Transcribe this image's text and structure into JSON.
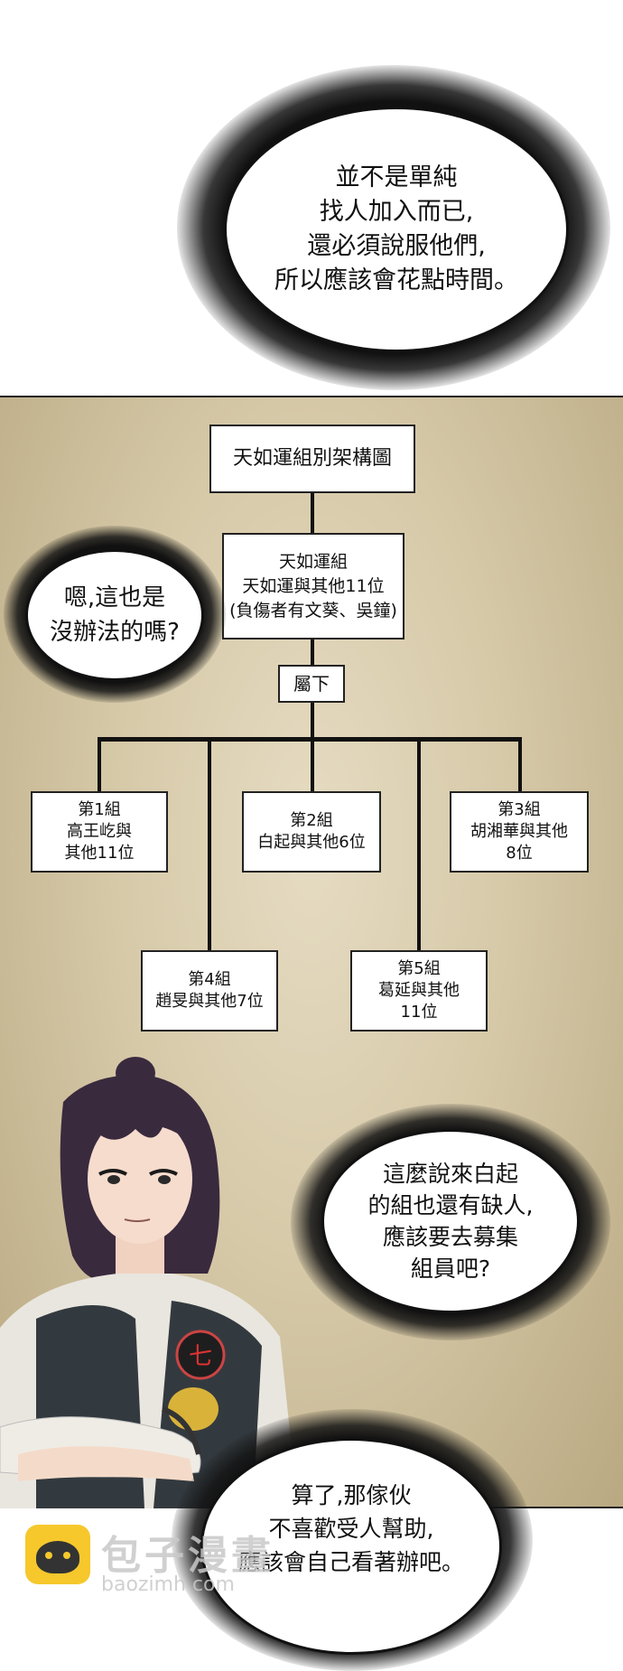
{
  "bubbles": {
    "top": "並不是單純\n找人加入而已,\n還必須說服他們,\n所以應該會花點時間。",
    "left": "嗯,這也是\n沒辦法的嗎?",
    "right": "這麼說來白起\n的組也還有缺人,\n應該要去募集\n組員吧?",
    "bottom": "算了,那傢伙\n不喜歡受人幫助,\n應該會自己看著辦吧。"
  },
  "org_chart": {
    "title": "天如運組別架構圖",
    "root": "天如運組\n天如運與其他11位\n(負傷者有文葵、吳鐘)",
    "sub_label": "屬下",
    "groups": [
      "第1組\n高王屹與\n其他11位",
      "第2組\n白起與其他6位",
      "第3組\n胡湘華與其他\n8位",
      "第4組\n趙旻與其他7位",
      "第5組\n葛延與其他\n11位"
    ]
  },
  "character": {
    "badge_glyph": "七"
  },
  "watermark": {
    "name": "包子漫畫",
    "url": "baozimh.com"
  }
}
